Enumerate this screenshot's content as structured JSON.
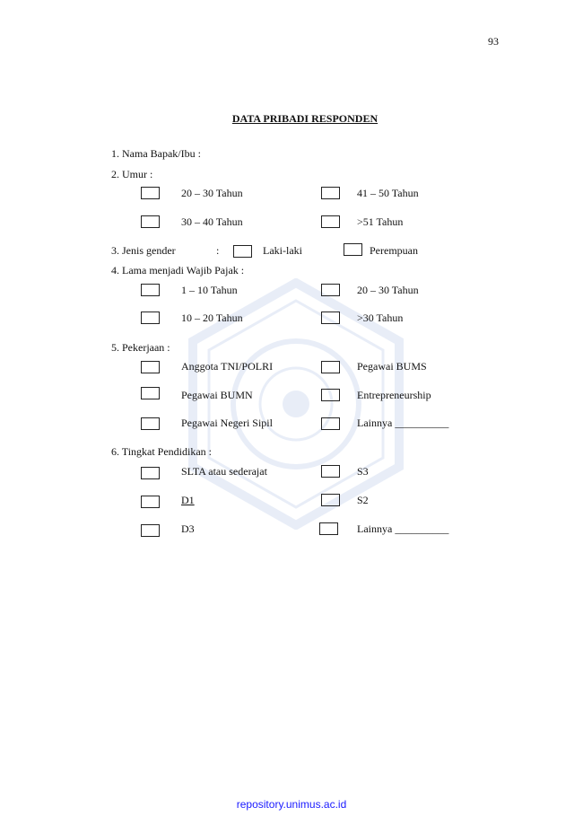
{
  "page_number": "93",
  "title": "DATA PRIBADI RESPONDEN",
  "q1": {
    "label": "1.  Nama Bapak/Ibu    :"
  },
  "q2": {
    "label": "2.  Umur  :",
    "options": [
      "20 – 30 Tahun",
      "41 – 50 Tahun",
      "30 – 40 Tahun",
      ">51 Tahun"
    ]
  },
  "q3": {
    "label": "3.  Jenis gender",
    "colon": ":",
    "options": [
      "Laki-laki",
      "Perempuan"
    ]
  },
  "q4": {
    "label": "4.  Lama menjadi Wajib Pajak  :",
    "options": [
      "1 – 10 Tahun",
      "20 – 30 Tahun",
      "10 – 20 Tahun",
      ">30 Tahun"
    ]
  },
  "q5": {
    "label": "5.  Pekerjaan  :",
    "options": [
      "Anggota TNI/POLRI",
      "Pegawai BUMS",
      "Pegawai BUMN",
      "Entrepreneurship",
      "Pegawai Negeri Sipil",
      "Lainnya __________"
    ]
  },
  "q6": {
    "label": "6.  Tingkat Pendidikan :",
    "options": [
      "SLTA atau sederajat",
      "S3",
      "D1",
      "S2",
      "D3",
      "Lainnya __________"
    ]
  },
  "footer": "repository.unimus.ac.id"
}
